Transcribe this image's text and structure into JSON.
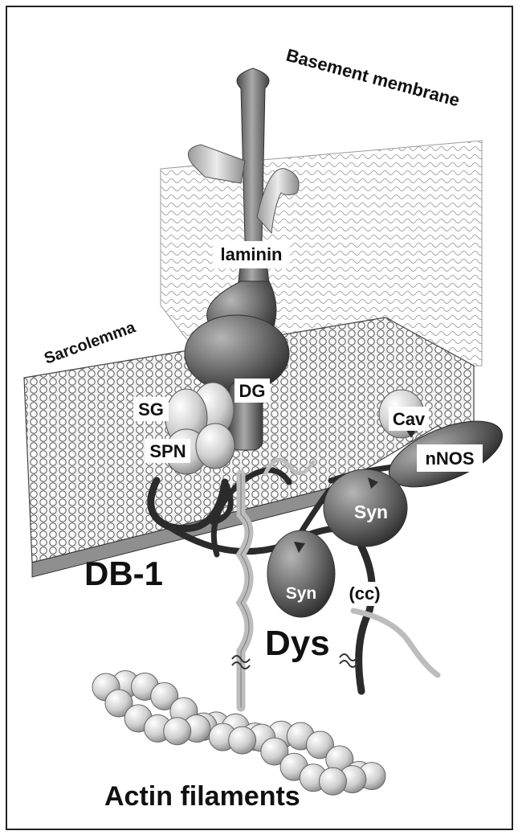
{
  "labels": {
    "basement_membrane": "Basement membrane",
    "laminin": "laminin",
    "sarcolemma": "Sarcolemma",
    "dg": "DG",
    "sg": "SG",
    "spn": "SPN",
    "cav": "Cav",
    "nnos": "nNOS",
    "syn_right": "Syn",
    "syn_center": "Syn",
    "cc": "(cc)",
    "db1": "DB-1",
    "dys": "Dys",
    "actin": "Actin filaments"
  }
}
